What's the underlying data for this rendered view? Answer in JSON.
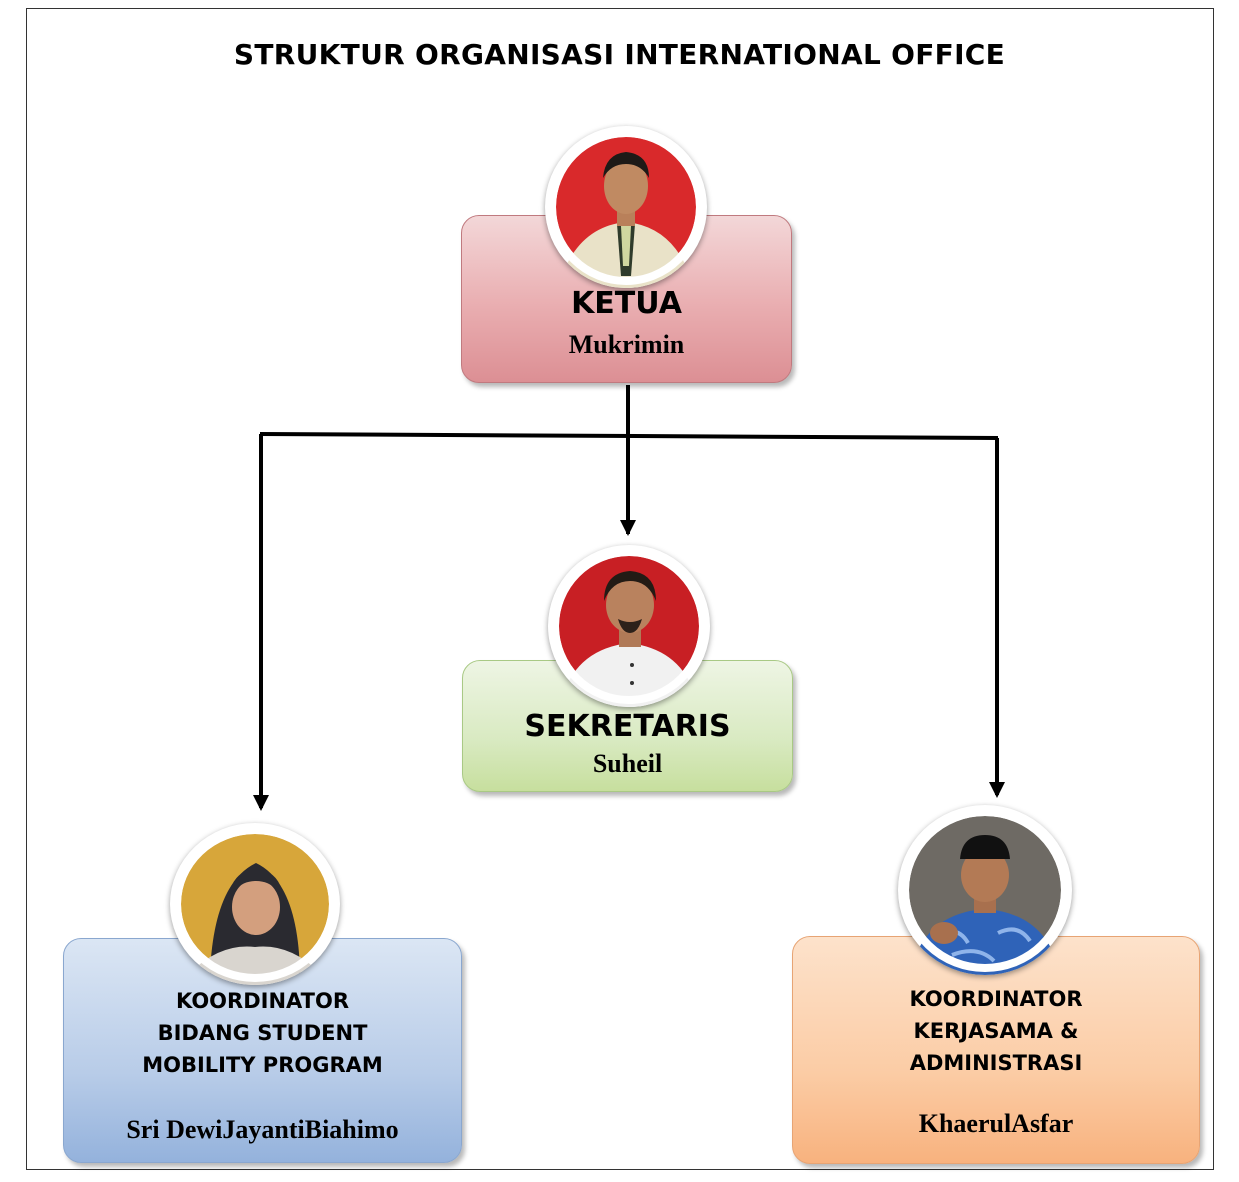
{
  "title": "STRUKTUR ORGANISASI INTERNATIONAL OFFICE",
  "colors": {
    "ketua": "#e9adb0",
    "sekretaris": "#d9eac2",
    "student_mobility": "#b8cce8",
    "kerjasama": "#fbcca5",
    "connector": "#000000"
  },
  "nodes": {
    "ketua": {
      "role": "KETUA",
      "name": "Mukrimin",
      "photo": "portrait-photo"
    },
    "sekretaris": {
      "role": "SEKRETARIS",
      "name": "Suheil",
      "photo": "portrait-photo"
    },
    "student_mobility": {
      "role_lines": [
        "KOORDINATOR",
        "BIDANG STUDENT",
        "MOBILITY PROGRAM"
      ],
      "name": "Sri DewiJayantiBiahimo",
      "photo": "portrait-photo"
    },
    "kerjasama": {
      "role_lines": [
        "KOORDINATOR",
        "KERJASAMA &",
        "ADMINISTRASI"
      ],
      "name": "KhaerulAsfar",
      "photo": "portrait-photo"
    }
  },
  "edges": [
    {
      "from": "ketua",
      "to": "sekretaris"
    },
    {
      "from": "ketua",
      "to": "student_mobility"
    },
    {
      "from": "ketua",
      "to": "kerjasama"
    }
  ]
}
